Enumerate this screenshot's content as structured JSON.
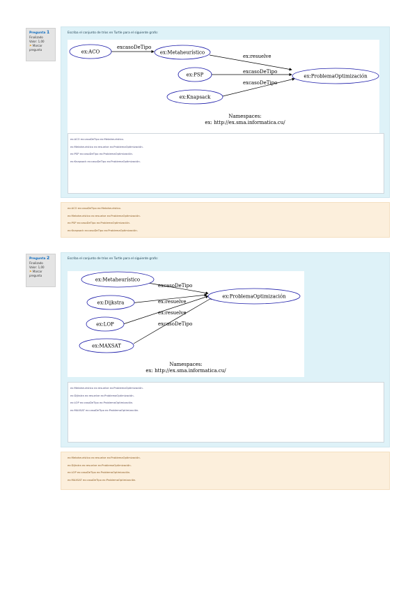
{
  "q1": {
    "info": {
      "label": "Pregunta",
      "number": "1",
      "status": "Finalizado",
      "mark": "Valor: 1,00",
      "flag": "Marcar pregunta",
      "flag_glyph": "⚑"
    },
    "question_text": "Escriba el conjunto de tríos en Turtle para el siguiente grafo:",
    "graph": {
      "nodes": [
        "ex:ACO",
        "ex:Metaheurístico",
        "ex:PSP",
        "ex:Knapsack",
        "ex:ProblemaOptimización"
      ],
      "edges": [
        "excasoDeTipo",
        "ex:resuelve",
        "excasoDeTipo",
        "excasoDeTipo"
      ],
      "namespace_title": "Namespaces:",
      "namespace_value": "ex: http://ex.sma.informatica.cu/"
    },
    "answer_lines": [
      "ex:ACO ex:casoDeTipo ex:Metaheurístico.",
      "ex:Metaheurístico ex:resuelve ex:ProblemaOptimización.",
      "ex:PSP ex:casoDeTipo ex:ProblemaOptimización.",
      "ex:Knapsack ex:casoDeTipo ex:ProblemaOptimización."
    ],
    "feedback_lines": [
      "ex:ACO ex:casoDeTipo ex:Metaheurístico.",
      "ex:Metaheurístico ex:resuelve ex:ProblemaOptimización.",
      "ex:PSP ex:casoDeTipo ex:ProblemaOptimización.",
      "ex:Knapsack ex:casoDeTipo ex:ProblemaOptimización."
    ]
  },
  "q2": {
    "info": {
      "label": "Pregunta",
      "number": "2",
      "status": "Finalizado",
      "mark": "Valor: 1,00",
      "flag": "Marcar pregunta",
      "flag_glyph": "⚑"
    },
    "question_text": "Escriba el conjunto de tríos en Turtle para el siguiente grafo:",
    "graph": {
      "nodes": [
        "ex:Metaheurístico",
        "ex:Dijkstra",
        "ex:LOP",
        "ex:MAXSAT",
        "ex:ProblemaOptimización"
      ],
      "edges": [
        "excasoDeTipo",
        "ex:resuelve",
        "ex:resuelve",
        "excasoDeTipo"
      ],
      "namespace_title": "Namespaces:",
      "namespace_value": "ex: http://ex.sma.informatica.cu/"
    },
    "answer_lines": [
      "ex:Metaheurístico ex:resuelve ex:ProblemaOptimización.",
      "ex:Dijkstra ex:resuelve ex:ProblemaOptimización.",
      "ex:LOP ex:casoDeTipo ex:ProblemaOptimización.",
      "ex:MAXSAT ex:casoDeTipo ex:ProblemaOptimización."
    ],
    "feedback_lines": [
      "ex:Metaheurístico ex:resuelve ex:ProblemaOptimización.",
      "ex:Dijkstra ex:resuelve ex:ProblemaOptimización.",
      "ex:LOP ex:casoDeTipo ex:ProblemaOptimización.",
      "ex:MAXSAT ex:casoDeTipo ex:ProblemaOptimización."
    ]
  }
}
